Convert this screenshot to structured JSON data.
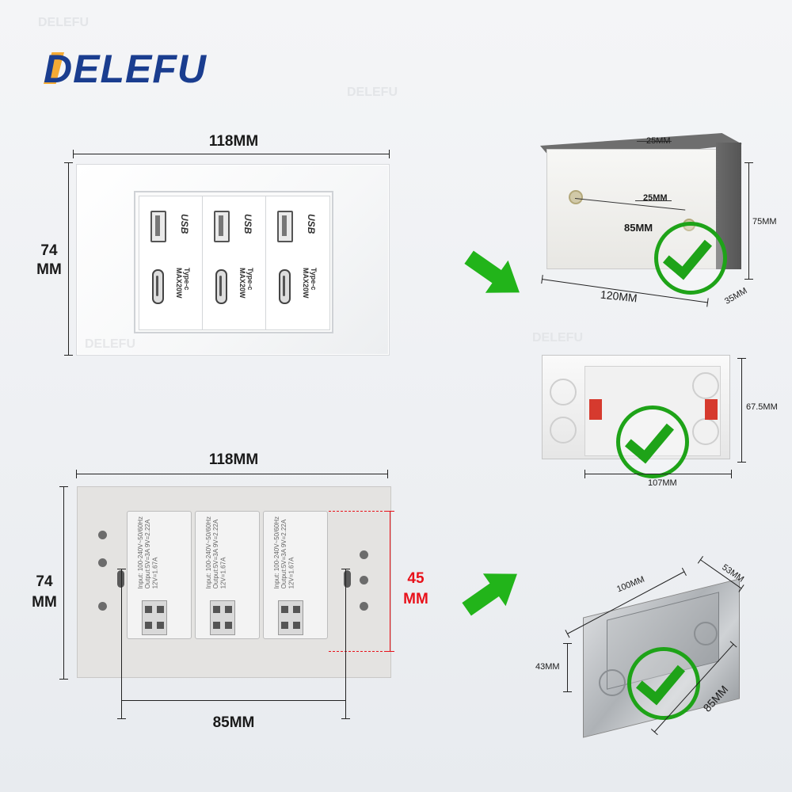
{
  "brand": {
    "name": "DELEFU",
    "watermark": "DELEFU"
  },
  "front": {
    "width_label": "118MM",
    "height_label_1": "74",
    "height_label_2": "MM",
    "usb_logo": "USB",
    "type_c_label_1": "Type-c",
    "type_c_label_2": "MAX20W"
  },
  "back": {
    "width_label": "118MM",
    "height_label_1": "74",
    "height_label_2": "MM",
    "depth_label_1": "45",
    "depth_label_2": "MM",
    "spacing_label": "85MM",
    "spec_line_1": "Input: 100-240V~50/60Hz",
    "spec_line_2": "Output:5V=3A 9V=2.22A",
    "spec_line_3": "12V=1.67A"
  },
  "box_plastic": {
    "top_slot": "25MM",
    "inner_slot": "25MM",
    "hole_spacing": "85MM",
    "length": "120MM",
    "height": "75MM",
    "depth": "35MM"
  },
  "box_white": {
    "height": "67.5MM",
    "width": "107MM"
  },
  "box_metal": {
    "length": "100MM",
    "width": "53MM",
    "height": "43MM",
    "depth": "85MM"
  },
  "colors": {
    "brand_blue": "#1a3d8f",
    "accent_red": "#e8111a",
    "check_green": "#1ea318"
  }
}
